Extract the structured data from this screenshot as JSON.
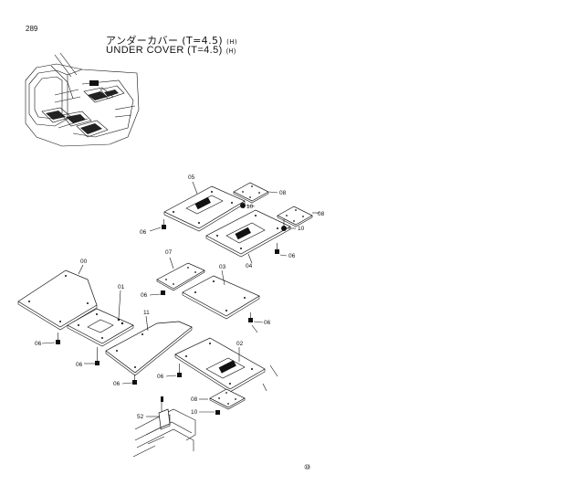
{
  "header": {
    "page_number": "289",
    "title_jp": "アンダーカバー (T=4.5)",
    "title_en": "UNDER COVER (T=4.5)",
    "suffix": "(H)"
  },
  "footer": {
    "mark": "⑩"
  },
  "callouts": [
    {
      "id": "c05a",
      "text": "05"
    },
    {
      "id": "c08a",
      "text": "08"
    },
    {
      "id": "c10a",
      "text": "10"
    },
    {
      "id": "c08b",
      "text": "08"
    },
    {
      "id": "c10b",
      "text": "10"
    },
    {
      "id": "c06a",
      "text": "06"
    },
    {
      "id": "c04",
      "text": "04"
    },
    {
      "id": "c06b",
      "text": "06"
    },
    {
      "id": "c07",
      "text": "07"
    },
    {
      "id": "c03",
      "text": "03"
    },
    {
      "id": "c00",
      "text": "00"
    },
    {
      "id": "c01",
      "text": "01"
    },
    {
      "id": "c06c",
      "text": "06"
    },
    {
      "id": "c11",
      "text": "11"
    },
    {
      "id": "c06d",
      "text": "06"
    },
    {
      "id": "c06e",
      "text": "06"
    },
    {
      "id": "c06f",
      "text": "06"
    },
    {
      "id": "c02",
      "text": "02"
    },
    {
      "id": "c06g",
      "text": "06"
    },
    {
      "id": "c06h",
      "text": "06"
    },
    {
      "id": "c08c",
      "text": "08"
    },
    {
      "id": "c10c",
      "text": "10"
    },
    {
      "id": "c52",
      "text": "52"
    }
  ]
}
